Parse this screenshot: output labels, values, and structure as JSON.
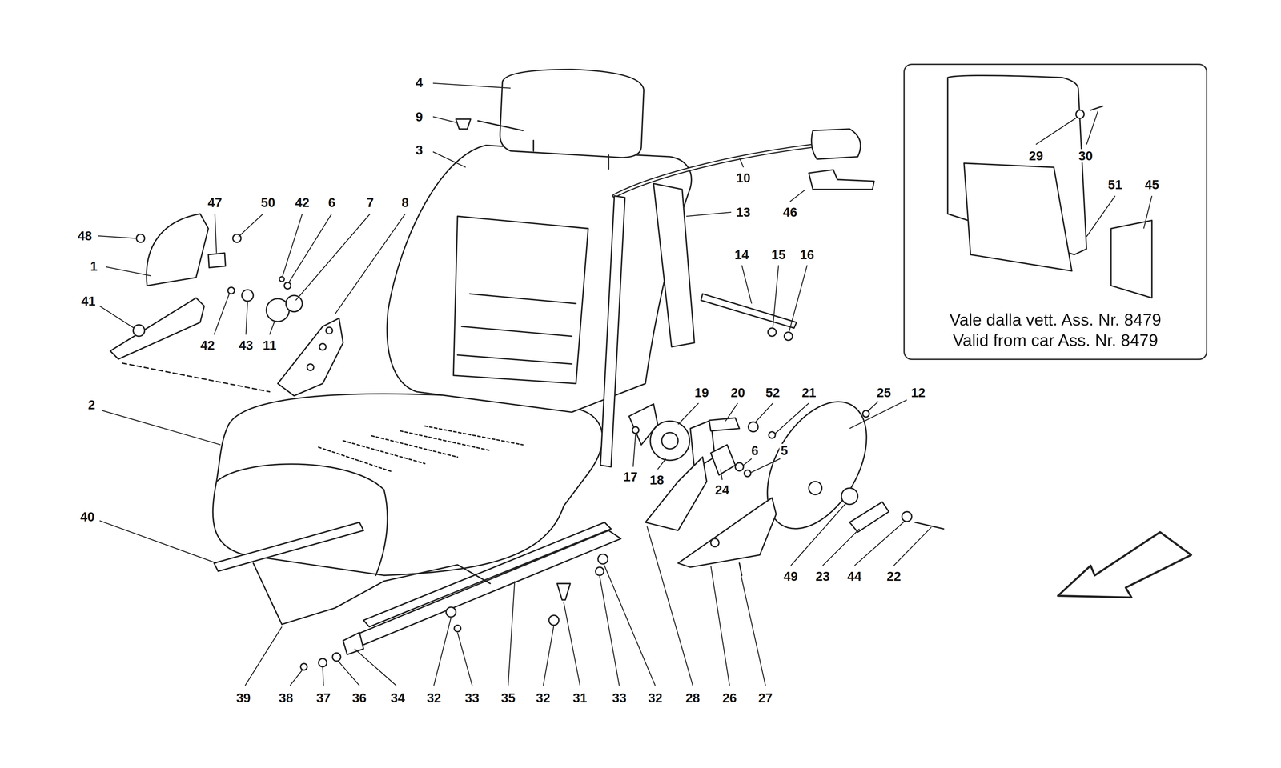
{
  "diagram": {
    "nodes": [
      {
        "text": [
          "Vale dalla vett. Ass. Nr. 8479",
          "Valid from car Ass. Nr. 8479"
        ]
      }
    ],
    "labels": [
      "4",
      "9",
      "3",
      "10",
      "13",
      "46",
      "47",
      "50",
      "42",
      "6",
      "7",
      "8",
      "48",
      "1",
      "14",
      "15",
      "16",
      "41",
      "42",
      "43",
      "11",
      "25",
      "12",
      "19",
      "20",
      "52",
      "21",
      "2",
      "17",
      "18",
      "6",
      "5",
      "24",
      "40",
      "49",
      "23",
      "44",
      "22",
      "39",
      "38",
      "37",
      "36",
      "34",
      "32",
      "33",
      "35",
      "32",
      "31",
      "33",
      "32",
      "28",
      "26",
      "27",
      "29",
      "30",
      "51",
      "45"
    ]
  }
}
